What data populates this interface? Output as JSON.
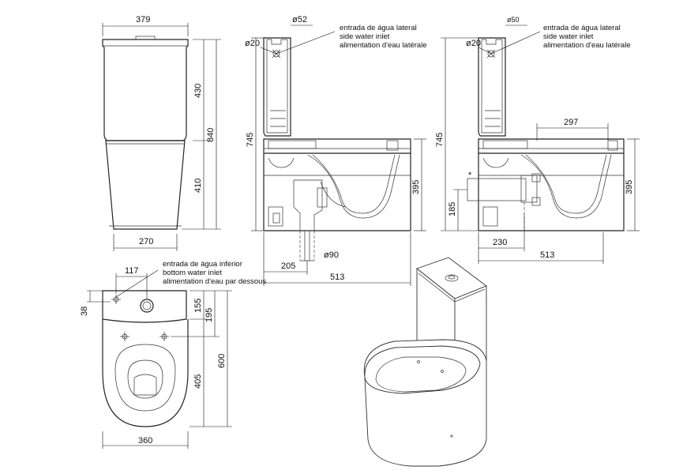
{
  "front_view": {
    "width_top": "379",
    "width_base": "270",
    "height_tank": "430",
    "height_total": "840",
    "height_bowl": "410"
  },
  "side_view_bottom_inlet": {
    "tank_width": "ø52",
    "pipe_dia": "ø20",
    "note_pt": "entrada de água lateral",
    "note_en": "side water inlet",
    "note_fr": "alimentation d'eau latérale",
    "height_total": "745",
    "height_bowl": "395",
    "outlet_dia": "ø90",
    "outlet_dist": "205",
    "depth": "513"
  },
  "side_view_side_inlet": {
    "tank_width": "ø50",
    "pipe_dia": "ø20",
    "note_pt": "entrada de água lateral",
    "note_en": "side water inlet",
    "note_fr": "alimentation d'eau latérale",
    "height_total": "745",
    "seat_length": "297",
    "height_bowl": "395",
    "outlet_height": "185",
    "outlet_dist": "230",
    "depth": "513",
    "asterisk": "*"
  },
  "top_view": {
    "inlet_offset": "117",
    "note_pt": "entrada de água inferior",
    "note_en": "bottom water inlet",
    "note_fr": "alimentation d'eau par dessous",
    "edge": "38",
    "tank_depth": "155",
    "fix_dist": "195",
    "total_depth": "600",
    "bowl_depth": "405",
    "width": "360"
  }
}
